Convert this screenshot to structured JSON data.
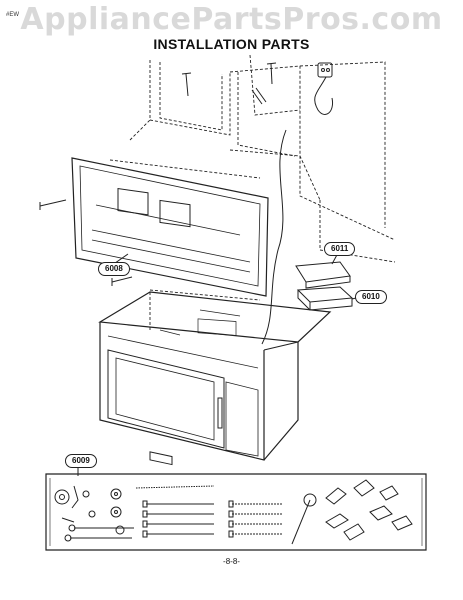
{
  "watermark": "AppliancePartsPros.com",
  "corner_code": "#EW",
  "title": "INSTALLATION PARTS",
  "callouts": {
    "wall_plate": "6008",
    "top_cabinet_bracket": "6011",
    "bottom_bracket": "6010",
    "hardware_kit": "6009"
  },
  "page_number": "-8-8-"
}
